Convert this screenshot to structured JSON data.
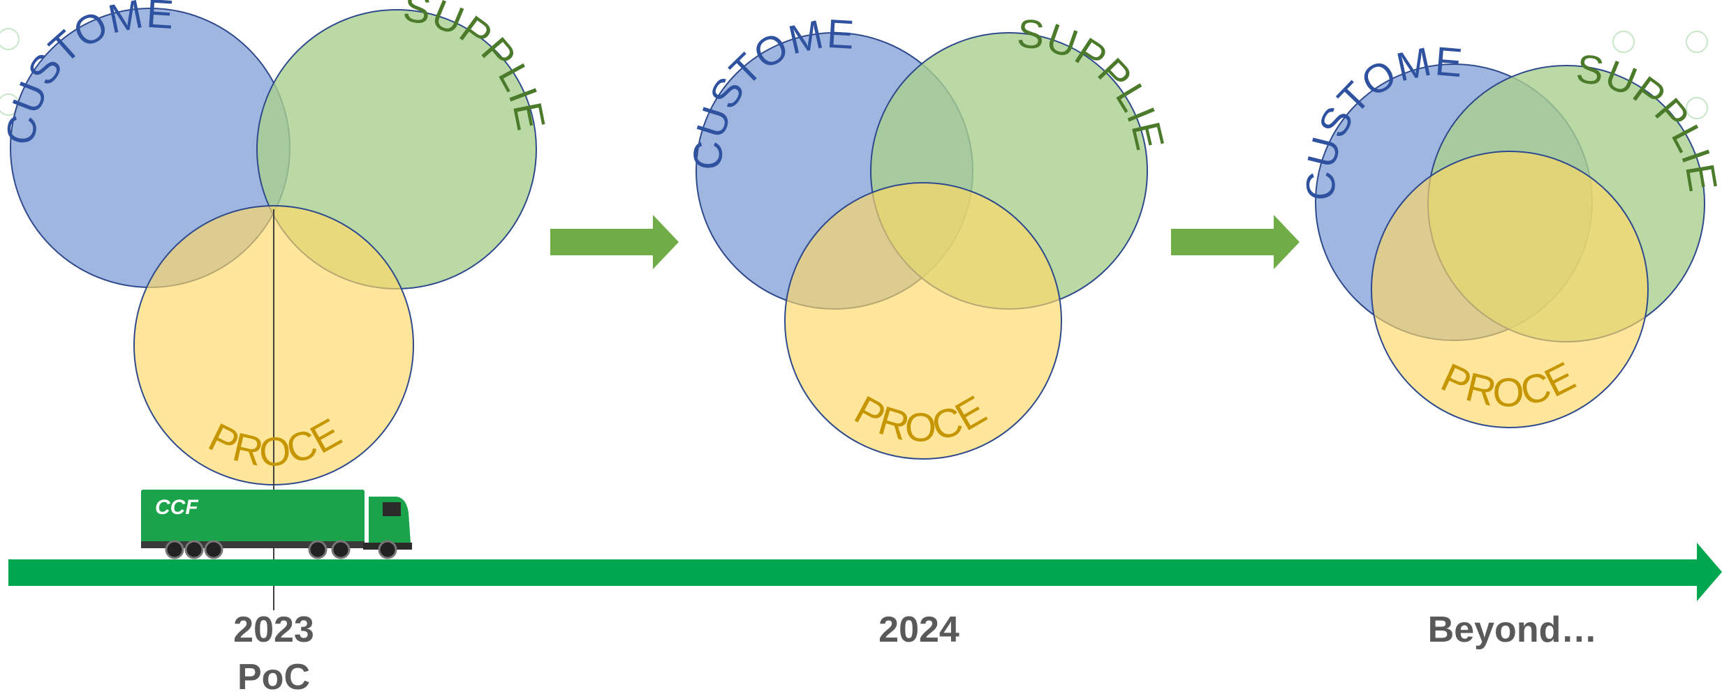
{
  "diagrams": [
    {
      "customer_label": "CUSTOMER",
      "supplier_label": "SUPPLIER",
      "process_label": "PROCESS"
    },
    {
      "customer_label": "CUSTOMER",
      "supplier_label": "SUPPLIER",
      "process_label": "PROCESS"
    },
    {
      "customer_label": "CUSTOMER",
      "supplier_label": "SUPPLIER",
      "process_label": "PROCESS"
    }
  ],
  "colors": {
    "customer_fill": "#8ea9db",
    "supplier_fill": "#a9d08e",
    "process_fill": "#ffd966",
    "customer_text": "#2f52a0",
    "supplier_text": "#4a7a2a",
    "process_text": "#c59600",
    "circle_stroke": "#2e4a8c",
    "arrow": "#70ad47",
    "timeline": "#00a650",
    "truck": "#1aa34a"
  },
  "truck": {
    "brand": "CCF"
  },
  "timeline": {
    "milestones": [
      {
        "year": "2023",
        "sub": "PoC"
      },
      {
        "year": "2024",
        "sub": ""
      },
      {
        "year": "Beyond…",
        "sub": ""
      }
    ]
  },
  "icons": [
    "right-arrow-icon",
    "truck-icon",
    "decorative-dot-icon"
  ]
}
